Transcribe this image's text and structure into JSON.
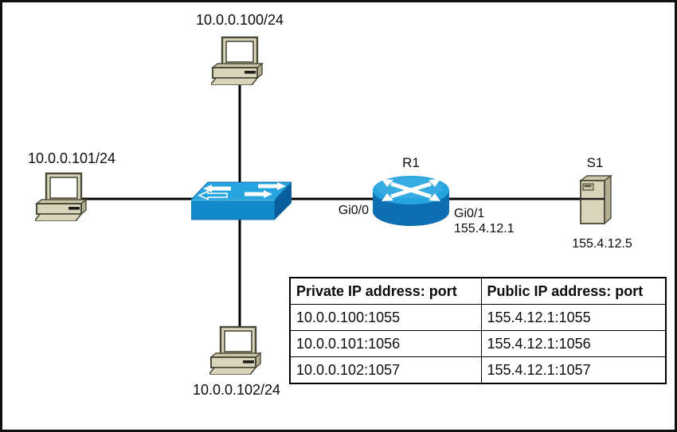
{
  "colors": {
    "blue-top": "#26A4DF",
    "blue-top-hi": "#55BCEA",
    "blue-front": "#1389CB",
    "blue-front-dark": "#0D6FB0",
    "blue-side": "#0A5E9C",
    "router-body": "#0C6FB2",
    "beige": "#D9D5BA",
    "beige-mid": "#CBC6A9",
    "beige-dark": "#B3AE93",
    "icon-outline": "#4A4A38",
    "line": "#000000",
    "slot-dark": "#1d1d1d"
  },
  "diagram": {
    "pc_top_label": "10.0.0.100/24",
    "pc_left_label": "10.0.0.101/24",
    "pc_bottom_label": "10.0.0.102/24",
    "router_name": "R1",
    "router_if_inside": "Gi0/0",
    "router_if_outside": "Gi0/1",
    "router_outside_ip": "155.4.12.1",
    "server_name": "S1",
    "server_ip": "155.4.12.5"
  },
  "nat_table": {
    "headers": [
      "Private IP address: port",
      "Public IP address: port"
    ],
    "rows": [
      [
        "10.0.0.100:1055",
        "155.4.12.1:1055"
      ],
      [
        "10.0.0.101:1056",
        "155.4.12.1:1056"
      ],
      [
        "10.0.0.102:1057",
        "155.4.12.1:1057"
      ]
    ]
  }
}
